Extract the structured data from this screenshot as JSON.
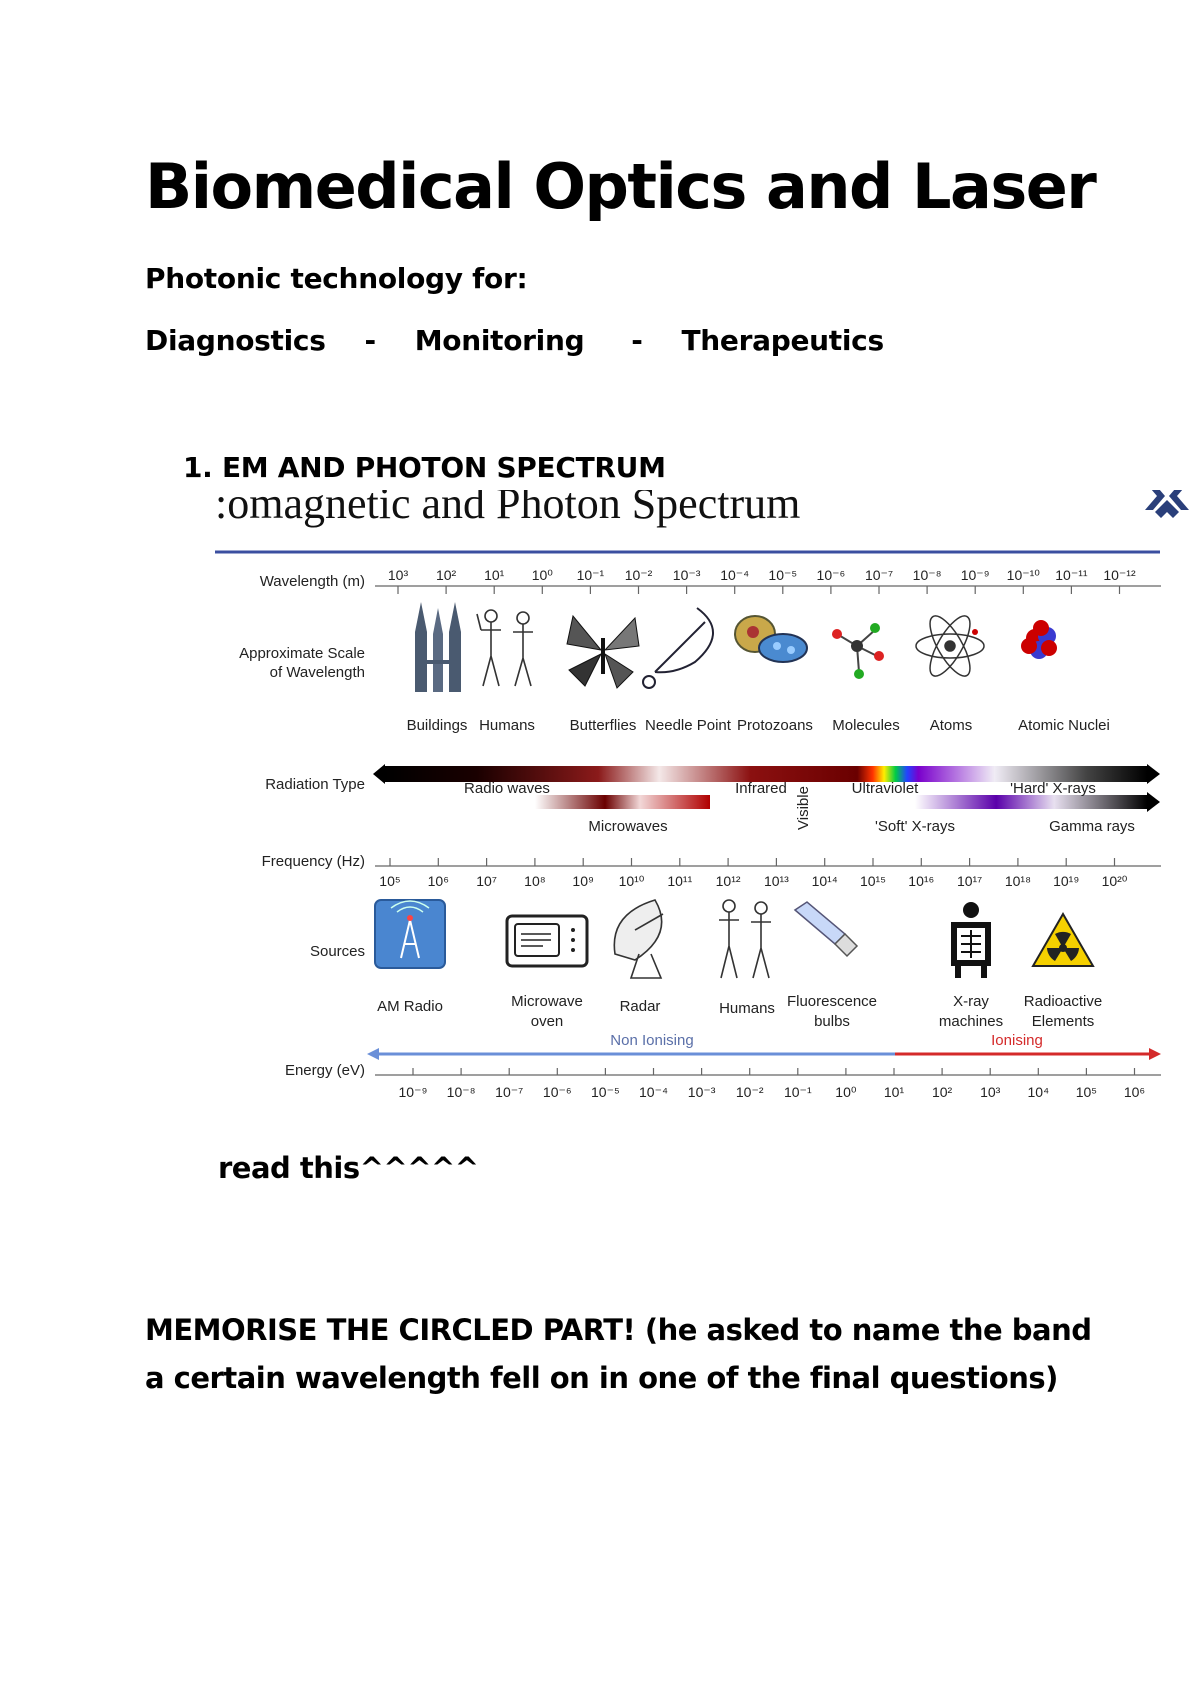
{
  "document": {
    "title": "Biomedical Optics and Laser",
    "subtitle": "Photonic technology for:",
    "topics": [
      "Diagnostics",
      "Monitoring",
      "Therapeutics"
    ],
    "topic_separator": "-",
    "section_heading": "1. EM AND PHOTON SPECTRUM",
    "read_note": "read this^^^^^",
    "memorise_line1": "MEMORISE THE CIRCLED PART! (he asked to name the band",
    "memorise_line2": "a certain wavelength fell on in one of the final questions)"
  },
  "figure": {
    "title": ":omagnetic and Photon Spectrum",
    "row_labels": {
      "wavelength": "Wavelength (m)",
      "scale_line1": "Approximate Scale",
      "scale_line2": "of Wavelength",
      "radiation": "Radiation Type",
      "frequency": "Frequency (Hz)",
      "sources": "Sources",
      "energy": "Energy (eV)"
    },
    "wavelength_ticks": [
      "10³",
      "10²",
      "10¹",
      "10⁰",
      "10⁻¹",
      "10⁻²",
      "10⁻³",
      "10⁻⁴",
      "10⁻⁵",
      "10⁻⁶",
      "10⁻⁷",
      "10⁻⁸",
      "10⁻⁹",
      "10⁻¹⁰",
      "10⁻¹¹",
      "10⁻¹²"
    ],
    "scale_items": [
      "Buildings",
      "Humans",
      "Butterflies",
      "Needle Point",
      "Protozoans",
      "Molecules",
      "Atoms",
      "Atomic Nuclei"
    ],
    "radiation_types": {
      "radio": "Radio waves",
      "infrared": "Infrared",
      "visible": "Visible",
      "ultraviolet": "Ultraviolet",
      "hard_xray": "'Hard' X-rays",
      "microwaves": "Microwaves",
      "soft_xray": "'Soft' X-rays",
      "gamma": "Gamma rays"
    },
    "frequency_ticks": [
      "10⁵",
      "10⁶",
      "10⁷",
      "10⁸",
      "10⁹",
      "10¹⁰",
      "10¹¹",
      "10¹²",
      "10¹³",
      "10¹⁴",
      "10¹⁵",
      "10¹⁶",
      "10¹⁷",
      "10¹⁸",
      "10¹⁹",
      "10²⁰"
    ],
    "sources": [
      {
        "line1": "AM Radio",
        "line2": ""
      },
      {
        "line1": "Microwave",
        "line2": "oven"
      },
      {
        "line1": "Radar",
        "line2": ""
      },
      {
        "line1": "Humans",
        "line2": ""
      },
      {
        "line1": "Fluorescence",
        "line2": "bulbs"
      },
      {
        "line1": "X-ray",
        "line2": "machines"
      },
      {
        "line1": "Radioactive",
        "line2": "Elements"
      }
    ],
    "ionising": {
      "non": "Non Ionising",
      "ion": "Ionising"
    },
    "energy_ticks": [
      "10⁻⁹",
      "10⁻⁸",
      "10⁻⁷",
      "10⁻⁶",
      "10⁻⁵",
      "10⁻⁴",
      "10⁻³",
      "10⁻²",
      "10⁻¹",
      "10⁰",
      "10¹",
      "10²",
      "10³",
      "10⁴",
      "10⁵",
      "10⁶"
    ],
    "colors": {
      "non_ionising": "#6a8fd8",
      "ionising": "#d42a2a",
      "title_rule": "#3b4fa0",
      "logo": "#2a3f7a"
    }
  }
}
